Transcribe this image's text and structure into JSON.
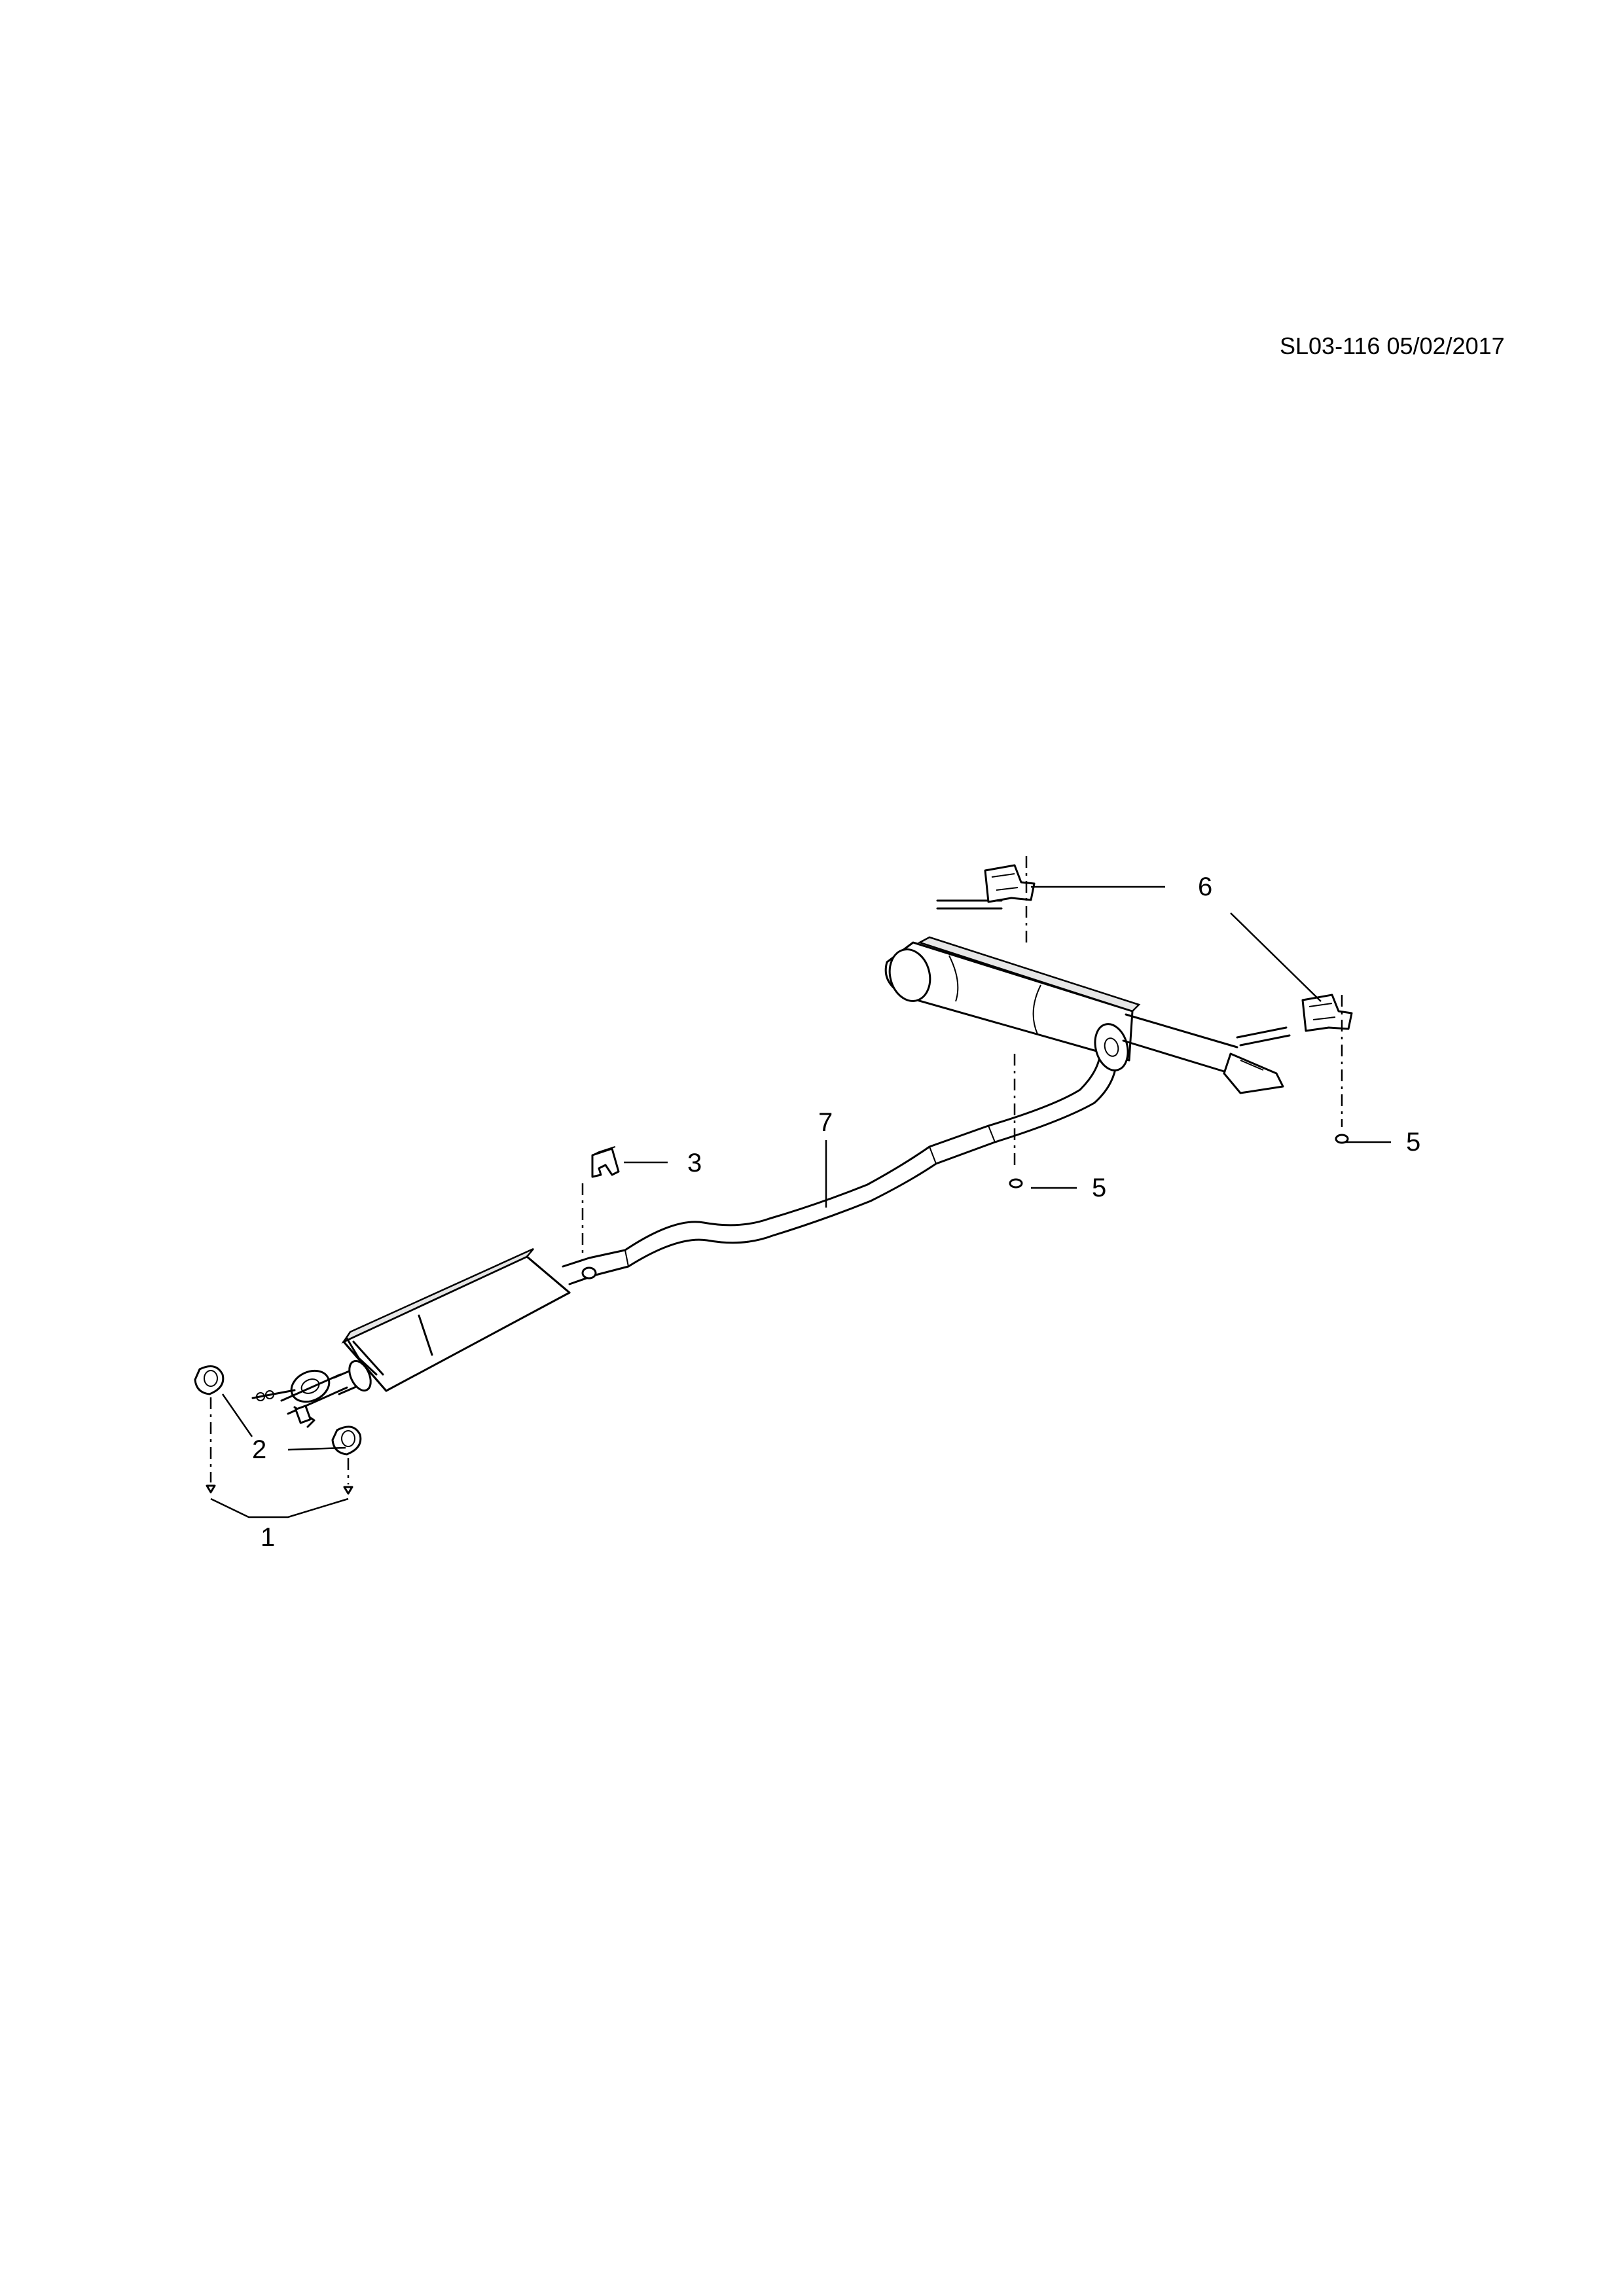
{
  "header": {
    "reference": "SL03-116 05/02/2017"
  },
  "callouts": [
    {
      "id": "c1",
      "label": "1"
    },
    {
      "id": "c2",
      "label": "2"
    },
    {
      "id": "c3",
      "label": "3"
    },
    {
      "id": "c5a",
      "label": "5"
    },
    {
      "id": "c5b",
      "label": "5"
    },
    {
      "id": "c6",
      "label": "6"
    },
    {
      "id": "c7",
      "label": "7"
    }
  ]
}
